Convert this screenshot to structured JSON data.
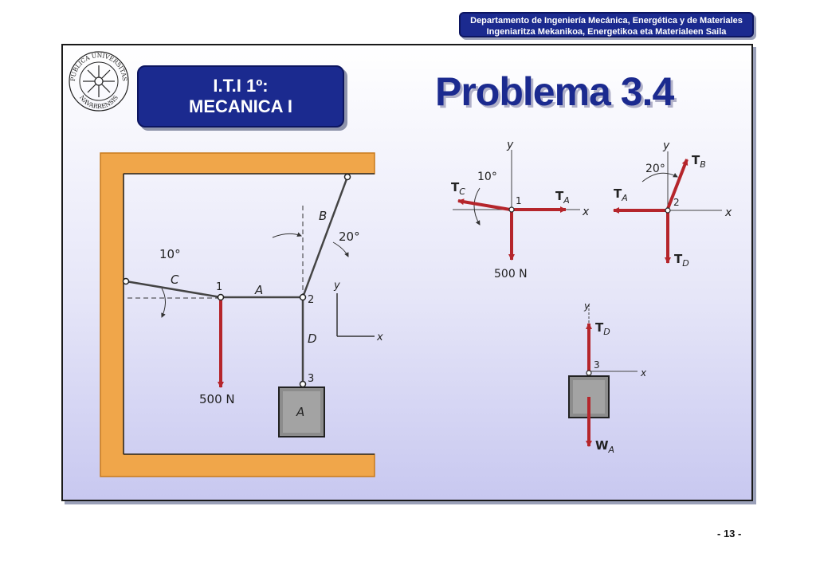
{
  "header": {
    "department_line1": "Departamento de Ingeniería Mecánica, Energética y de Materiales",
    "department_line2": "Ingeniaritza Mekanikoa, Energetikoa eta Materialeen Saila"
  },
  "logo": {
    "text_top": "PUBLICA UNIVERSITAS",
    "text_bottom": "NAVARRENSIS"
  },
  "course": {
    "line1": "I.T.I 1º:",
    "line2": "MECANICA I"
  },
  "title": "Problema 3.4",
  "page_number": "- 13 -",
  "colors": {
    "navy": "#1b2a8f",
    "force_arrow": "#b5252b",
    "wall": "#f0a64a"
  },
  "figure_main": {
    "angle_c": "10°",
    "angle_b": "20°",
    "cable_b": "B",
    "cable_c": "C",
    "cable_a": "A",
    "cable_d": "D",
    "point_1": "1",
    "point_2": "2",
    "point_3": "3",
    "axis_y": "y",
    "axis_x": "x",
    "load": "500 N",
    "block": "A"
  },
  "fbd_1": {
    "axis_y": "y",
    "axis_x": "x",
    "angle": "10°",
    "point": "1",
    "tc_main": "T",
    "tc_sub": "C",
    "ta_main": "T",
    "ta_sub": "A",
    "load": "500 N"
  },
  "fbd_2": {
    "axis_y": "y",
    "axis_x": "x",
    "angle": "20°",
    "point": "2",
    "tb_main": "T",
    "tb_sub": "B",
    "ta_main": "T",
    "ta_sub": "A",
    "td_main": "T",
    "td_sub": "D"
  },
  "fbd_3": {
    "axis_y": "y",
    "axis_x": "x",
    "point": "3",
    "td_main": "T",
    "td_sub": "D",
    "wa_main": "W",
    "wa_sub": "A"
  }
}
